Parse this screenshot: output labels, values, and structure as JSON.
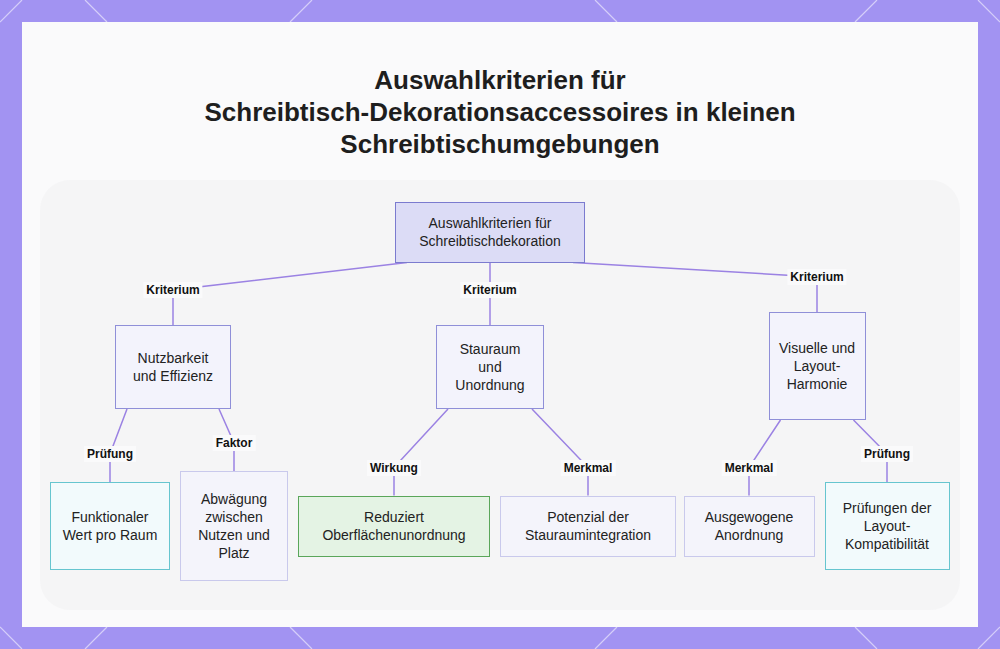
{
  "diagram": {
    "title": "Auswahlkriterien für Schreibtisch-Dekorationsaccessoires in kleinen Schreibtischumgebungen",
    "nodes": [
      {
        "text": [
          "Auswahlkriterien für Schreibtischdekoration"
        ]
      },
      {
        "text": [
          "Nutzbarkeit und Effizienz"
        ]
      },
      {
        "text": [
          "Stauraum und Unordnung"
        ]
      },
      {
        "text": [
          "Visuelle und Layout-Harmonie"
        ]
      },
      {
        "text": [
          "Funktionaler Wert pro Raum"
        ]
      },
      {
        "text": [
          "Abwägung zwischen Nutzen und Platz"
        ]
      },
      {
        "text": [
          "Reduziert Oberflächenunordnung"
        ]
      },
      {
        "text": [
          "Potenzial der Stauraumintegration"
        ]
      },
      {
        "text": [
          "Ausgewogene Anordnung"
        ]
      },
      {
        "text": [
          "Prüfungen der Layout-Kompatibilität"
        ]
      }
    ],
    "edges": [
      {
        "from": 0,
        "to": 1,
        "label": "Kriterium",
        "arrow": "none"
      },
      {
        "from": 0,
        "to": 2,
        "label": "Kriterium",
        "arrow": "none"
      },
      {
        "from": 0,
        "to": 3,
        "label": "Kriterium",
        "arrow": "none"
      },
      {
        "from": 1,
        "to": 4,
        "label": "Prüfung",
        "arrow": "none"
      },
      {
        "from": 1,
        "to": 5,
        "label": "Faktor",
        "arrow": "none"
      },
      {
        "from": 2,
        "to": 6,
        "label": "Wirkung",
        "arrow": "none"
      },
      {
        "from": 2,
        "to": 7,
        "label": "Merkmal",
        "arrow": "none"
      },
      {
        "from": 3,
        "to": 8,
        "label": "Merkmal",
        "arrow": "none"
      },
      {
        "from": 3,
        "to": 9,
        "label": "Prüfung",
        "arrow": "none"
      }
    ]
  }
}
